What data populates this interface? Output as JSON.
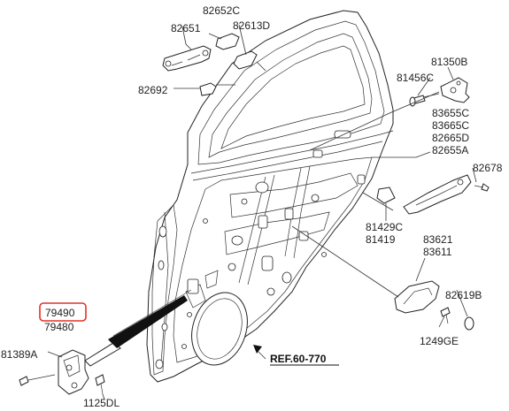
{
  "diagram": {
    "labels": {
      "p82652c": "82652C",
      "p82651": "82651",
      "p82613d": "82613D",
      "p82692": "82692",
      "p81350b": "81350B",
      "p81456c": "81456C",
      "p83655c": "83655C",
      "p83665c": "83665C",
      "p82665d": "82665D",
      "p82655a": "82655A",
      "p82678": "82678",
      "p81429c": "81429C",
      "p81419": "81419",
      "p83621": "83621",
      "p83611": "83611",
      "p82619b": "82619B",
      "p1249ge": "1249GE",
      "p79490": "79490",
      "p79480": "79480",
      "p81389a": "81389A",
      "p1125dl": "1125DL",
      "ref": "REF.60-770"
    },
    "highlight_color": "#e0332a"
  }
}
